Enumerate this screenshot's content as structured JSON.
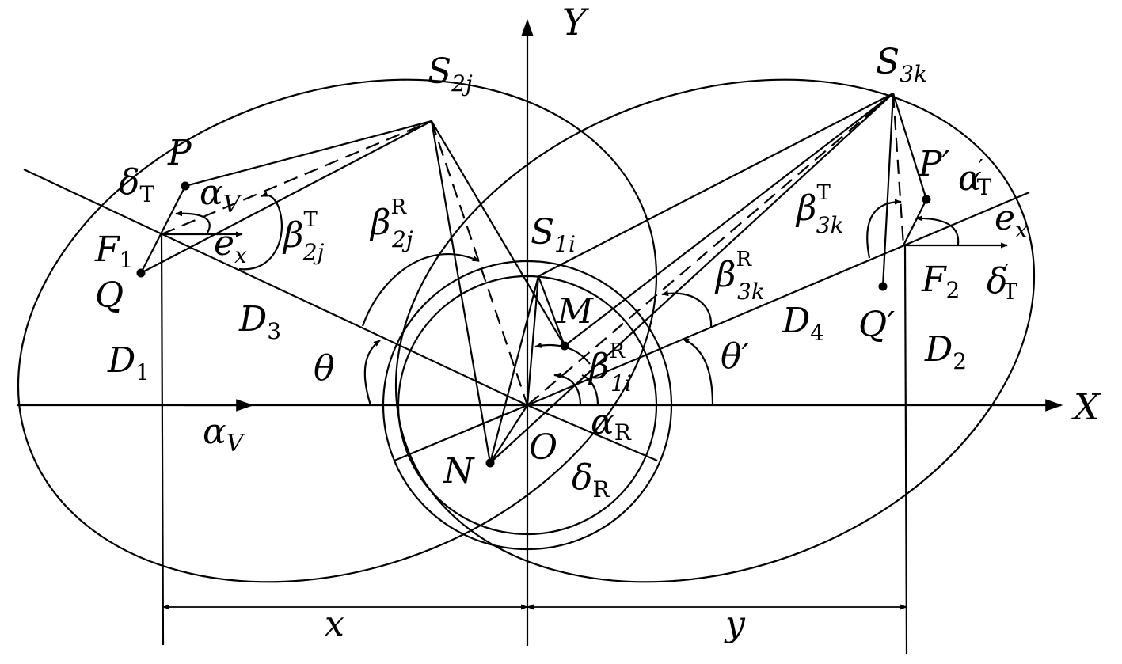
{
  "labels": {
    "Y": "Y",
    "X": "X",
    "O": "O",
    "N": "N",
    "M": "M",
    "P": "P",
    "Q": "Q",
    "F": "F",
    "S": "S",
    "D": "D",
    "P_prime": "P′",
    "Q_prime": "Q′",
    "F2": "F",
    "theta": "θ",
    "theta_prime": "θ′",
    "x": "x",
    "y": "y",
    "e": "e",
    "alpha": "α",
    "beta": "β",
    "delta": "δ"
  },
  "subscripts": {
    "one": "1",
    "two": "2",
    "three": "3",
    "four": "4",
    "twoj": "2j",
    "threek": "3k",
    "onei": "1i",
    "V": "V",
    "T": "T",
    "R": "R",
    "xsub": "x"
  },
  "superscripts": {
    "T": "T",
    "R": "R"
  }
}
